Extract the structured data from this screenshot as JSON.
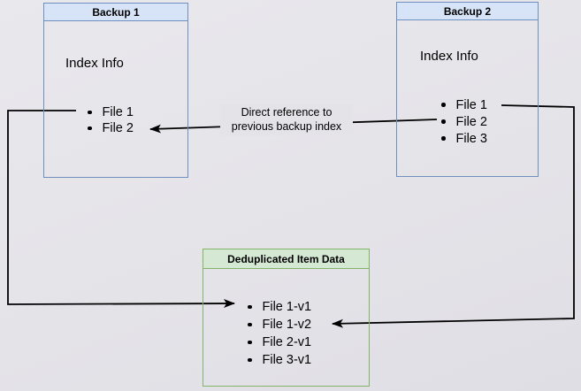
{
  "colors": {
    "page-bg": "#e4e3e8",
    "page-bg-light": "#e9e8ed",
    "page-bg-dark": "#dfdee5",
    "blue-fill": "#d7e4f7",
    "blue-border": "#6f8fc0",
    "green-fill": "#d5e8d4",
    "green-border": "#82b366",
    "arrow": "#000000",
    "text": "#000000"
  },
  "boxes": {
    "backup1": {
      "title": "Backup 1",
      "subtitle": "Index Info",
      "files": [
        "File 1",
        "File 2"
      ]
    },
    "backup2": {
      "title": "Backup 2",
      "subtitle": "Index Info",
      "files": [
        "File 1",
        "File 2",
        "File 3"
      ]
    },
    "dedup": {
      "title": "Deduplicated Item Data",
      "files": [
        "File 1-v1",
        "File 1-v2",
        "File 2-v1",
        "File 3-v1"
      ]
    }
  },
  "annotations": {
    "direct_reference_label": "Direct reference to previous backup index"
  }
}
